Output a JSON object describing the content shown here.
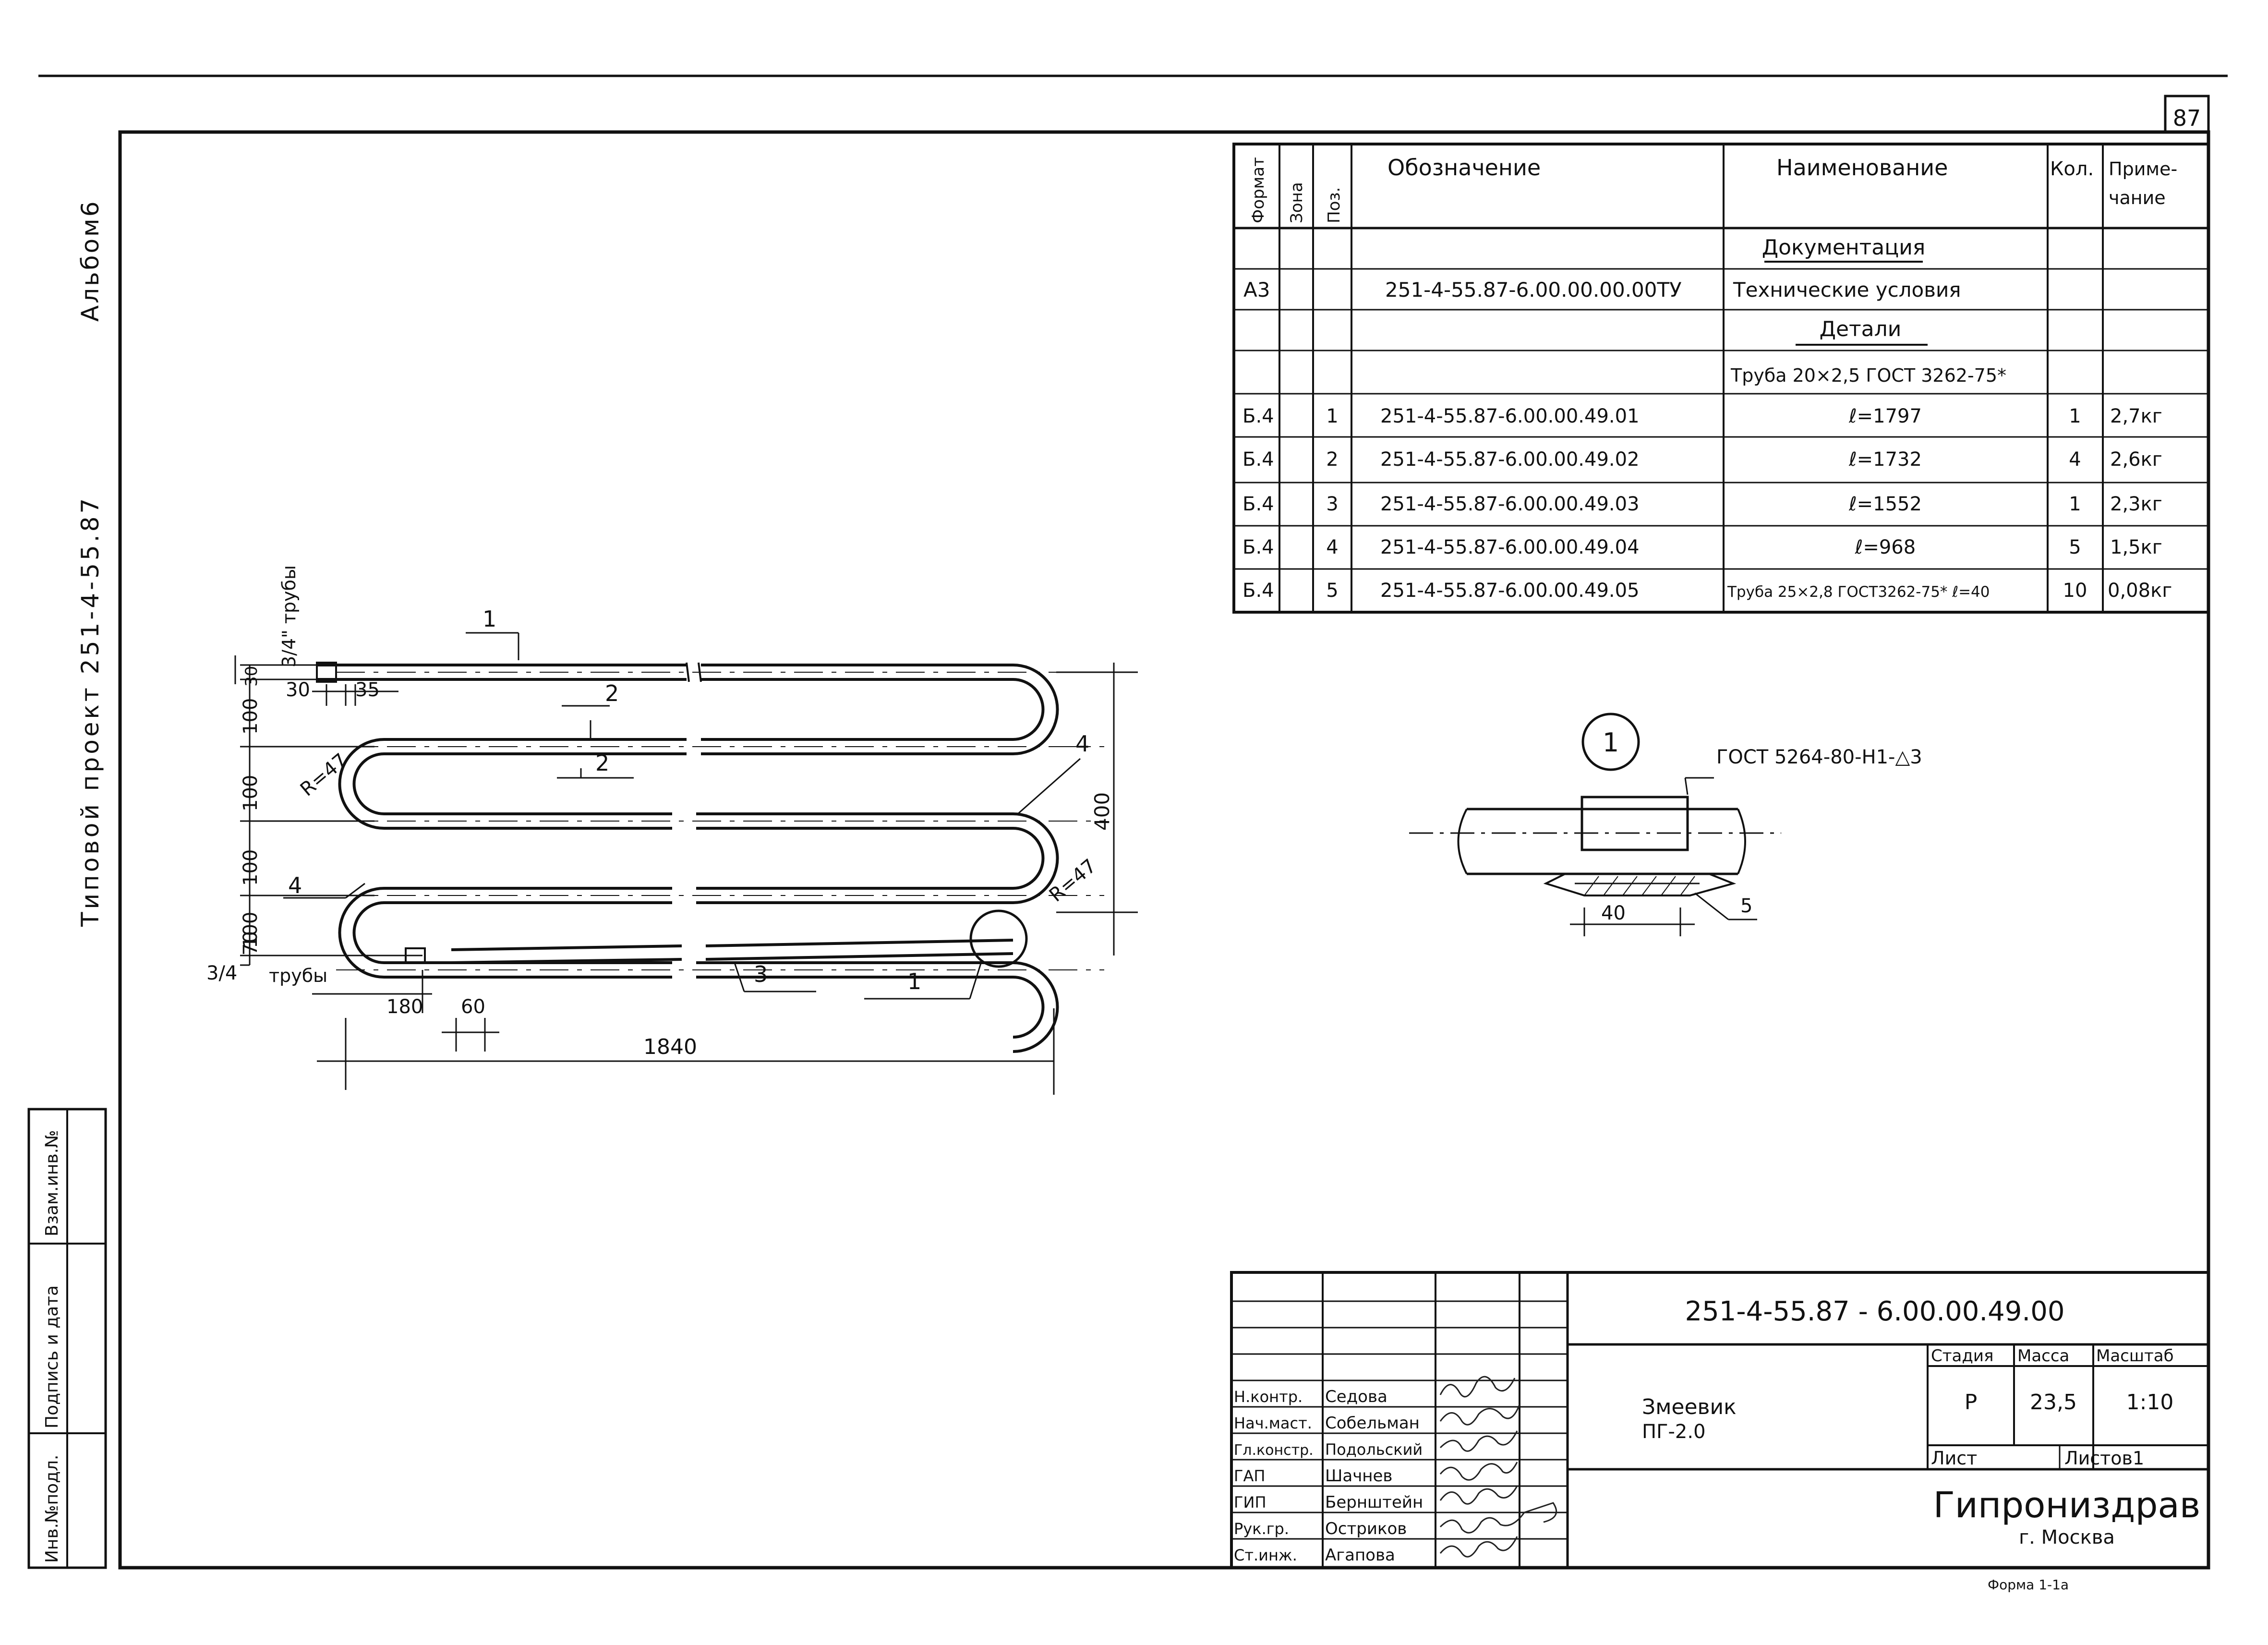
{
  "sheet": {
    "page_number": "87",
    "side_album": "Альбом6",
    "side_project": "Типовой проект 251-4-55.87"
  },
  "spec_table": {
    "headers": {
      "format": "Формат",
      "zone": "Зона",
      "pos": "Поз.",
      "designation": "Обозначение",
      "name": "Наименование",
      "qty": "Кол.",
      "note_line1": "Приме-",
      "note_line2": "чание"
    },
    "section_docs": "Документация",
    "section_parts": "Детали",
    "rows": [
      {
        "format": "А3",
        "pos": "",
        "designation": "251-4-55.87-6.00.00.00.00ТУ",
        "name": "Технические условия",
        "qty": "",
        "note": ""
      },
      {
        "format": "",
        "pos": "",
        "designation": "",
        "name": "Труба 20×2,5 ГОСТ 3262-75*",
        "qty": "",
        "note": ""
      },
      {
        "format": "Б.4",
        "pos": "1",
        "designation": "251-4-55.87-6.00.00.49.01",
        "name": "ℓ=1797",
        "qty": "1",
        "note": "2,7кг"
      },
      {
        "format": "Б.4",
        "pos": "2",
        "designation": "251-4-55.87-6.00.00.49.02",
        "name": "ℓ=1732",
        "qty": "4",
        "note": "2,6кг"
      },
      {
        "format": "Б.4",
        "pos": "3",
        "designation": "251-4-55.87-6.00.00.49.03",
        "name": "ℓ=1552",
        "qty": "1",
        "note": "2,3кг"
      },
      {
        "format": "Б.4",
        "pos": "4",
        "designation": "251-4-55.87-6.00.00.49.04",
        "name": "ℓ=968",
        "qty": "5",
        "note": "1,5кг"
      },
      {
        "format": "Б.4",
        "pos": "5",
        "designation": "251-4-55.87-6.00.00.49.05",
        "name": "Труба 25×2,8 ГОСТ3262-75* ℓ=40",
        "qty": "10",
        "note": "0,08кг"
      }
    ]
  },
  "drawing": {
    "pipe_label_top": "3/4\" трубы",
    "pipe_label_bottom_a": "3/4",
    "pipe_label_bottom_b": "трубы",
    "dim_30_top": "30",
    "dim_30_left": "30",
    "dim_35": "35",
    "dim_100_1": "100",
    "dim_100_2": "100",
    "dim_100_3": "100",
    "dim_100_4": "100",
    "dim_70": "70",
    "dim_400": "400",
    "dim_180": "180",
    "dim_60": "60",
    "dim_1840": "1840",
    "radius_left": "R=47",
    "radius_right": "R=47",
    "callouts": [
      "1",
      "2",
      "2",
      "4",
      "4",
      "3",
      "1"
    ]
  },
  "detail": {
    "marker": "1",
    "weld_note": "ГОСТ 5264-80-Н1-△3",
    "dim_40": "40",
    "pos_5": "5"
  },
  "title_block": {
    "code": "251-4-55.87 - 6.00.00.49.00",
    "name_line1": "Змеевик",
    "name_line2": "ПГ-2.0",
    "stage_label": "Стадия",
    "mass_label": "Масса",
    "scale_label": "Масштаб",
    "stage_value": "Р",
    "mass_value": "23,5",
    "scale_value": "1:10",
    "sheet_label": "Лист",
    "sheets_label": "Листов1",
    "org_name": "Гипрониздрав",
    "org_city": "г. Москва",
    "form": "Форма 1-1а",
    "roles": [
      {
        "role": "Н.контр.",
        "name": "Седова"
      },
      {
        "role": "Нач.маст.",
        "name": "Собельман"
      },
      {
        "role": "Гл.констр.",
        "name": "Подольский"
      },
      {
        "role": "ГАП",
        "name": "Шачнев"
      },
      {
        "role": "ГИП",
        "name": "Бернштейн"
      },
      {
        "role": "Рук.гр.",
        "name": "Остриков"
      },
      {
        "role": "Ст.инж.",
        "name": "Агапова"
      }
    ]
  },
  "left_stamp": {
    "inv_orig": "Инв.№подл.",
    "sign_date": "Подпись и дата",
    "inv_repl": "Взам.инв.№"
  }
}
